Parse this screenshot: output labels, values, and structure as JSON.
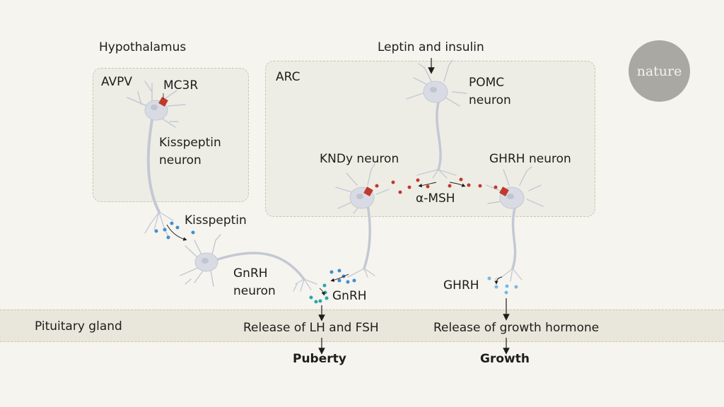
{
  "title": "Hypothalamic control of puberty and growth via MC3R",
  "colors": {
    "background": "#f5f4ee",
    "region_fill": "#eeede5",
    "pituitary_band": "#e9e7db",
    "neuron": "#d5d8e1",
    "receptor": "#c0392b",
    "alpha_msh_dots": "#c0392b",
    "kisspeptin_dots": "#3f8fd0",
    "gnrh_dots": "#2aa6a8",
    "ghrh_dots": "#7ab8e6",
    "logo": "#a9a8a3"
  },
  "logo": {
    "text": "nature"
  },
  "regions": {
    "hypothalamus": "Hypothalamus",
    "avpv": "AVPV",
    "arc": "ARC",
    "pituitary": "Pituitary gland"
  },
  "neurons": {
    "kisspeptin": [
      "Kisspeptin",
      "neuron"
    ],
    "gnrh": [
      "GnRH",
      "neuron"
    ],
    "pomc": [
      "POMC",
      "neuron"
    ],
    "kndy": "KNDy neuron",
    "ghrh": "GHRH neuron"
  },
  "signals": {
    "leptin_insulin": "Leptin and insulin",
    "mc3r": "MC3R",
    "alpha_msh": "α-MSH",
    "kisspeptin": "Kisspeptin",
    "gnrh": "GnRH",
    "ghrh": "GHRH"
  },
  "outputs": {
    "lh_fsh": "Release of LH and FSH",
    "growth_hormone": "Release of growth hormone",
    "puberty": "Puberty",
    "growth": "Growth"
  }
}
